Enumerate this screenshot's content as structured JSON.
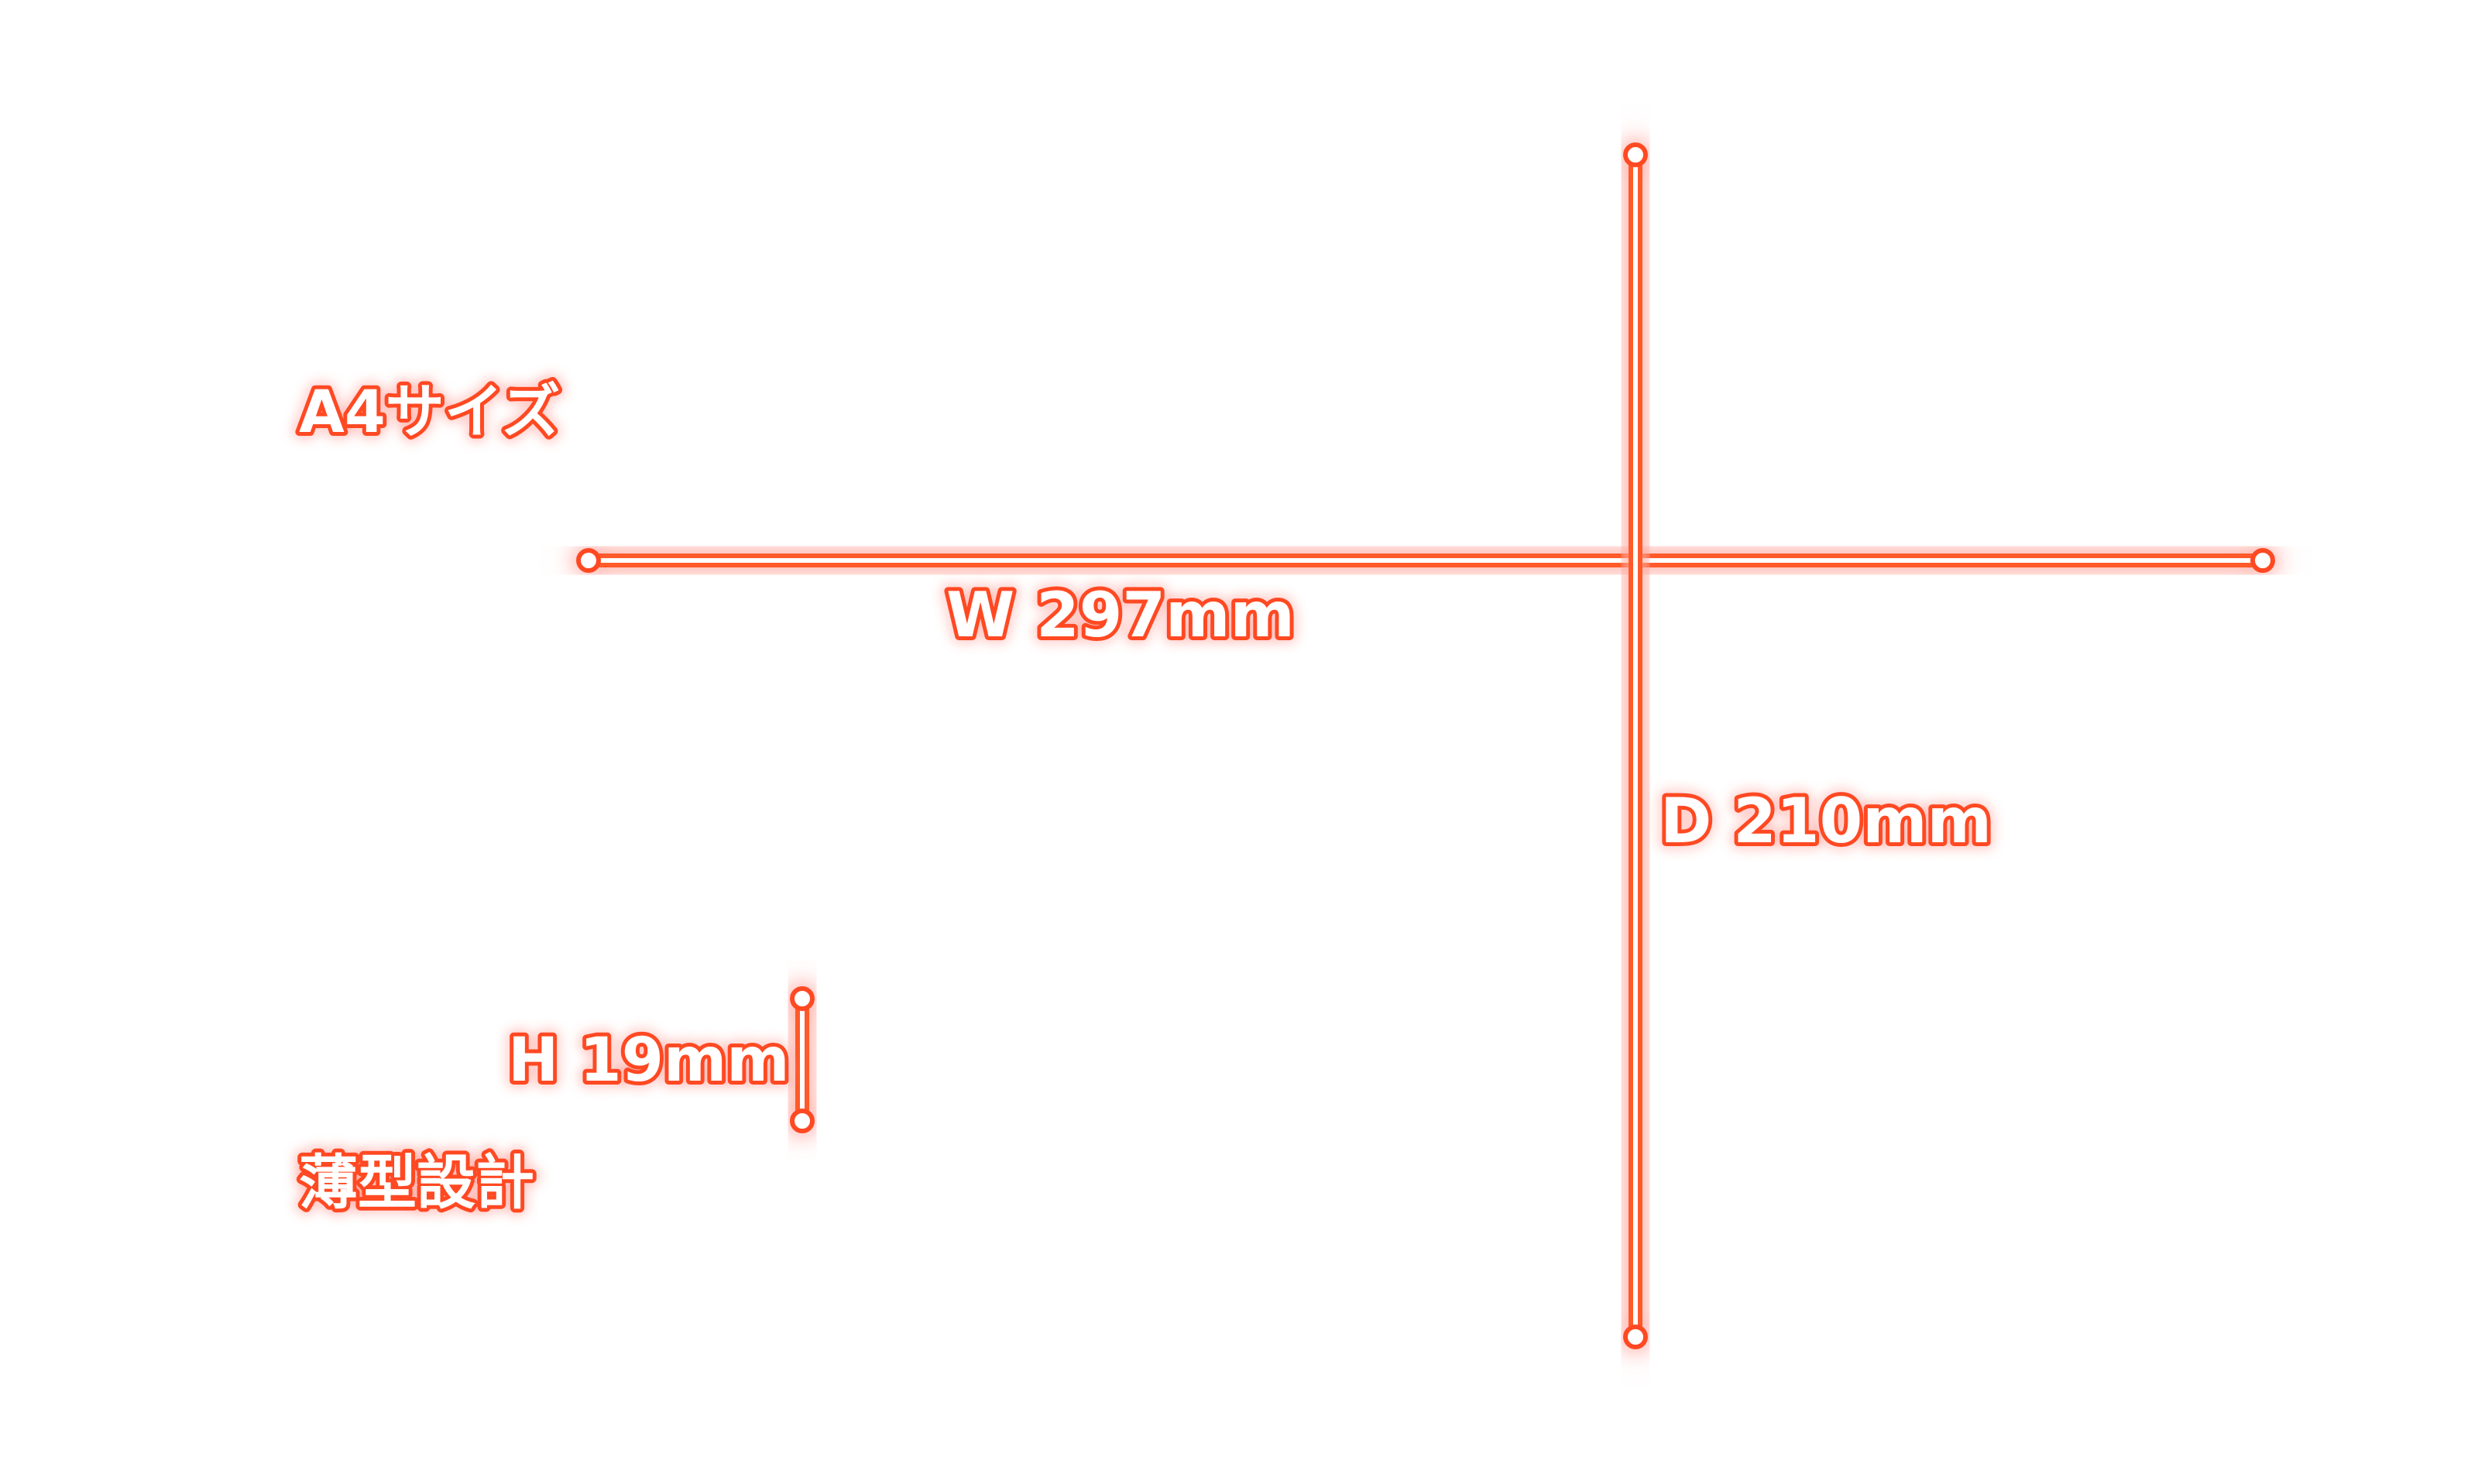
{
  "labels": {
    "size_label": "A4サイズ",
    "width": "W 297mm",
    "depth": "D 210mm",
    "height": "H 19mm",
    "thin_label": "薄型設計"
  },
  "colors": {
    "glow": "#ff4a24",
    "line_core": "#ffffff",
    "background": "#ffffff"
  }
}
